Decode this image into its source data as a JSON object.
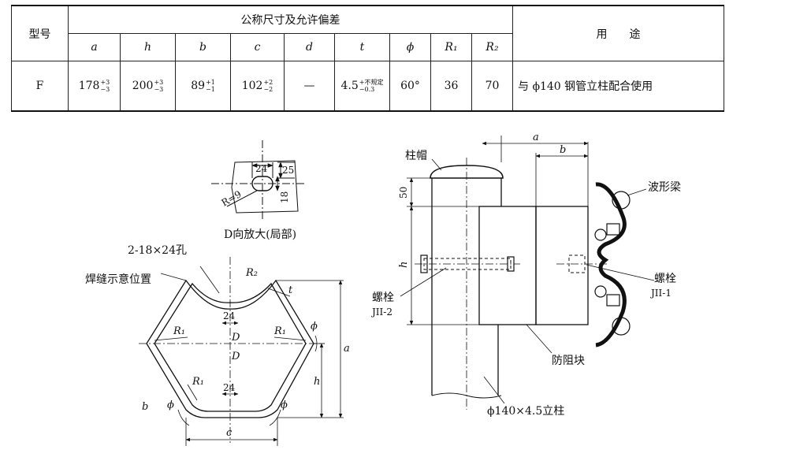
{
  "table": {
    "header_type": "型号",
    "header_group": "公称尺寸及允许偏差",
    "header_usage": "用　　途",
    "columns": [
      "a",
      "h",
      "b",
      "c",
      "d",
      "t",
      "ϕ",
      "R₁",
      "R₂"
    ],
    "row": {
      "type": "F",
      "a": {
        "base": "178",
        "upper": "+3",
        "lower": "−3"
      },
      "h": {
        "base": "200",
        "upper": "+3",
        "lower": "−3"
      },
      "b": {
        "base": "89",
        "upper": "+1",
        "lower": "−1"
      },
      "c": {
        "base": "102",
        "upper": "+2",
        "lower": "−2"
      },
      "d": "—",
      "t": {
        "base": "4.5",
        "upper": "+不规定",
        "lower": "−0.3"
      },
      "phi": "60°",
      "r1": "36",
      "r2": "70",
      "usage": "与 ϕ140 钢管立柱配合使用"
    }
  },
  "detail_view": {
    "caption": "D向放大(局部)",
    "dim_24": "24",
    "dim_25": "25",
    "dim_18": "18",
    "radius": "R=9"
  },
  "block_view": {
    "label_holes": "2-18×24孔",
    "label_weld": "焊缝示意位置",
    "dim_24_top": "24",
    "dim_24_bottom": "24",
    "label_d_upper": "D",
    "label_d_lower": "D",
    "label_r1_left": "R₁",
    "label_r1_right": "R₁",
    "label_r1_bottom": "R₁",
    "label_r2": "R₂",
    "label_t": "t",
    "label_phi_left": "ϕ",
    "label_phi_right": "ϕ",
    "label_phi_side": "ϕ",
    "label_a": "a",
    "label_h": "h",
    "label_c": "c",
    "label_b": "b"
  },
  "assembly_view": {
    "label_cap": "柱帽",
    "dim_50": "50",
    "label_h": "h",
    "label_a": "a",
    "label_b": "b",
    "label_beam": "波形梁",
    "label_bolt1": "螺栓",
    "label_bolt1_code": "JII-1",
    "label_bolt2": "螺栓",
    "label_bolt2_code": "JII-2",
    "label_block": "防阻块",
    "label_post": "ϕ140×4.5立柱"
  }
}
